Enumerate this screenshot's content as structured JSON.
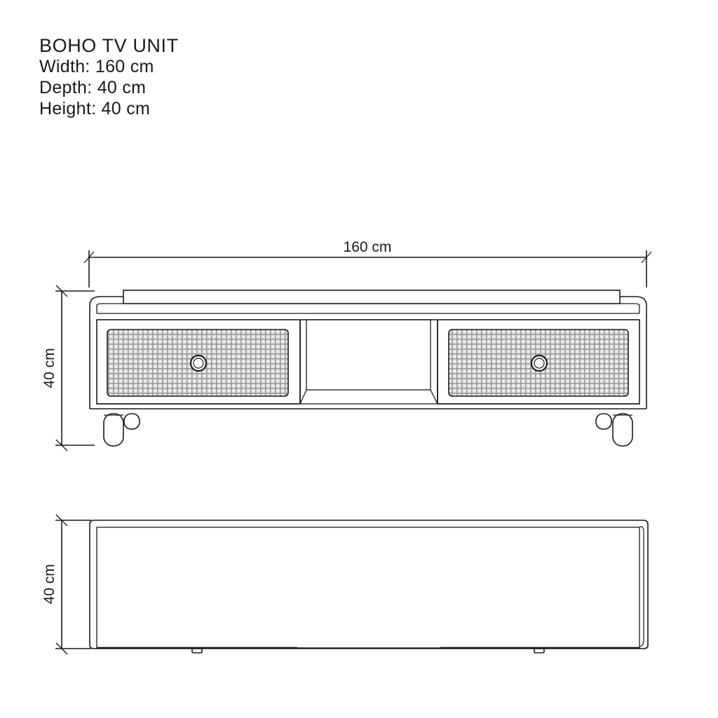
{
  "product": {
    "title": "BOHO TV UNIT",
    "width_text": "Width: 160 cm",
    "depth_text": "Depth: 40 cm",
    "height_text": "Height: 40 cm"
  },
  "dimensions": {
    "front_width_label": "160 cm",
    "front_height_label": "40 cm",
    "top_depth_label": "40 cm"
  },
  "colors": {
    "line": "#1a1a1a",
    "rattan": "#b9b9b9"
  }
}
